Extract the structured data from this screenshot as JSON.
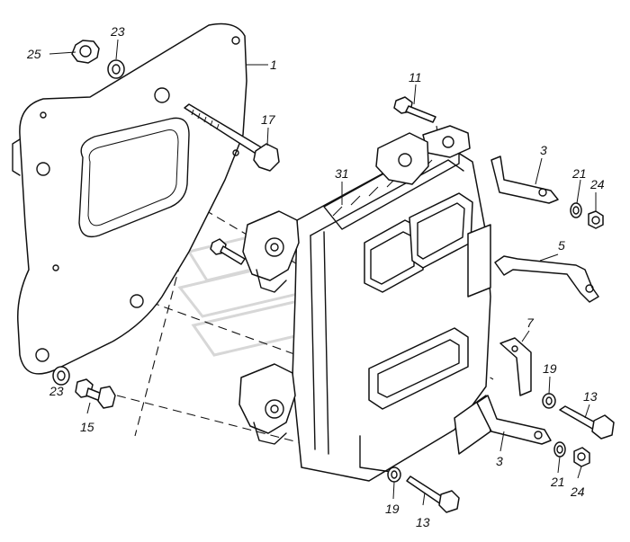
{
  "callouts": {
    "c1": "1",
    "c3a": "3",
    "c3b": "3",
    "c5": "5",
    "c7": "7",
    "c11": "11",
    "c13a": "13",
    "c13b": "13",
    "c15": "15",
    "c17": "17",
    "c19a": "19",
    "c19b": "19",
    "c21a": "21",
    "c21b": "21",
    "c23a": "23",
    "c23b": "23",
    "c24a": "24",
    "c24b": "24",
    "c25": "25",
    "c31": "31"
  },
  "colors": {
    "line": "#111111",
    "watermark": "#d7d7d7",
    "background": "#ffffff"
  }
}
